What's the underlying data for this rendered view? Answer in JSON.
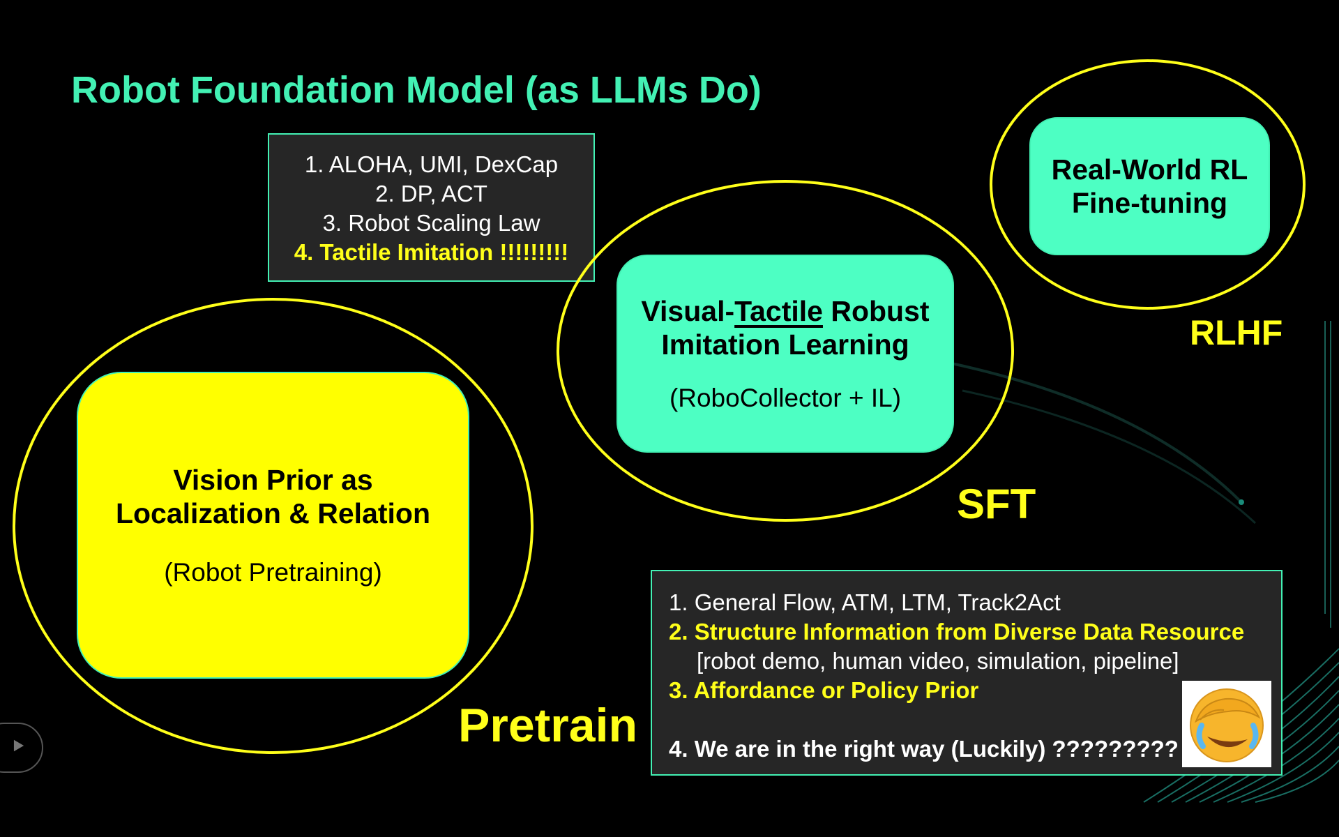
{
  "slide": {
    "title": "Robot Foundation Model (as LLMs Do)",
    "colors": {
      "accent": "#43f1b4",
      "highlight": "#ffff1a",
      "background": "#000000",
      "box": "#262626"
    }
  },
  "imitation_list": {
    "items": [
      "1. ALOHA, UMI, DexCap",
      "2. DP, ACT",
      "3. Robot Scaling Law",
      "4. Tactile Imitation !!!!!!!!!"
    ]
  },
  "pretrain_card": {
    "heading_line1": "Vision Prior as",
    "heading_line2": "Localization & Relation",
    "subtitle": "(Robot Pretraining)",
    "stage_label": "Pretrain"
  },
  "sft_card": {
    "heading_prefix": "Visual-",
    "heading_underlined": "Tactile",
    "heading_suffix": " Robust",
    "heading_line2": "Imitation Learning",
    "subtitle": "(RoboCollector + IL)",
    "stage_label": "SFT"
  },
  "rlhf_card": {
    "heading_line1": "Real-World RL",
    "heading_line2": "Fine-tuning",
    "stage_label": "RLHF"
  },
  "pretrain_list": {
    "item1": "1. General Flow, ATM, LTM, Track2Act",
    "item2": "2. Structure Information from Diverse Data Resource",
    "item2_detail": "[robot demo, human video, simulation, pipeline]",
    "item3": "3. Affordance or Policy Prior",
    "item4": "4. We are in the right way (Luckily) ?????????",
    "emoji": "facepalm-laughing-emoji"
  },
  "nav": {
    "icon": "chevron-right-icon"
  }
}
